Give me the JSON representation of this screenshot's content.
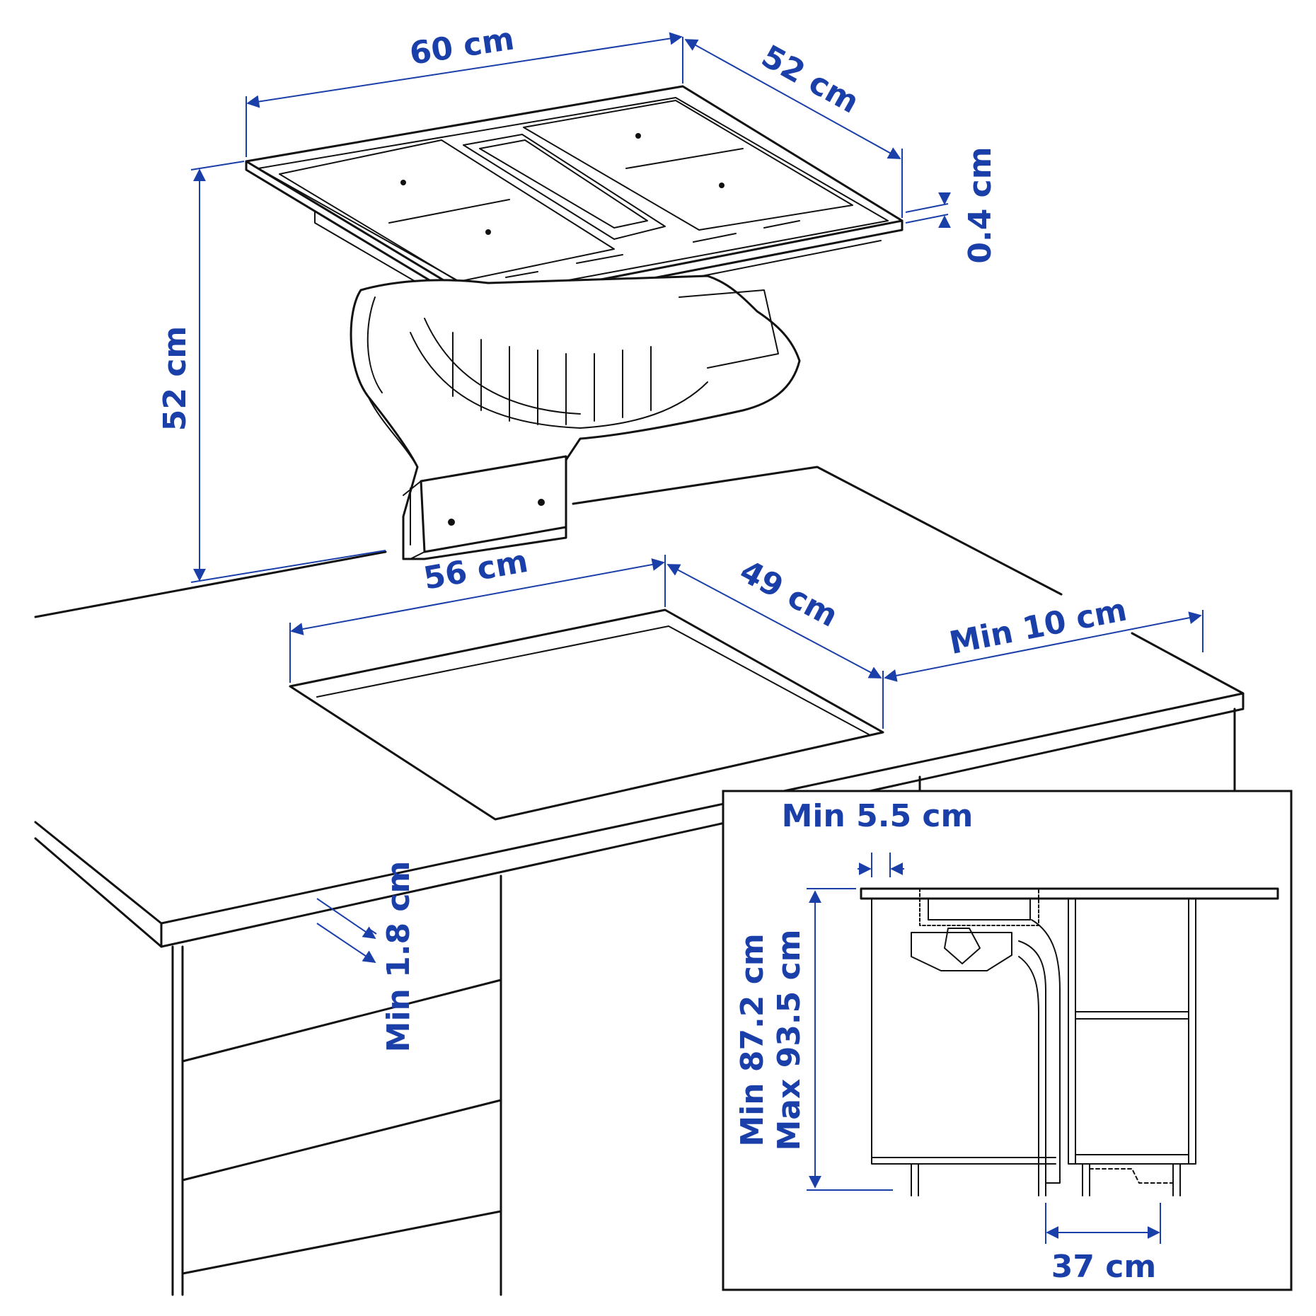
{
  "colors": {
    "dimension": "#1a3fa8",
    "line": "#111111",
    "background": "#ffffff"
  },
  "labels": {
    "width_60": "60 cm",
    "depth_52": "52 cm",
    "thickness_04": "0.4 cm",
    "height_52": "52 cm",
    "cutout_width_56": "56 cm",
    "cutout_depth_49": "49 cm",
    "min_10": "Min 10 cm",
    "min_18": "Min 1.8 cm",
    "min_55": "Min 5.5 cm",
    "min_872": "Min 87.2 cm",
    "max_935": "Max 93.5 cm",
    "w_37": "37 cm"
  }
}
